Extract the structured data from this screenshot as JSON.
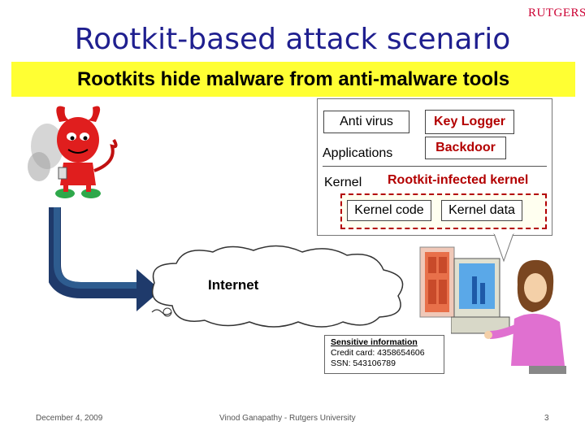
{
  "header": {
    "logo": "RUTGERS",
    "title": "Rootkit-based attack scenario",
    "subtitle": "Rootkits hide malware from anti-malware tools"
  },
  "stack": {
    "antivirus": "Anti virus",
    "keylogger": "Key Logger",
    "applications": "Applications",
    "backdoor": "Backdoor",
    "kernel": "Kernel",
    "infected": "Rootkit-infected kernel",
    "kernel_code": "Kernel code",
    "kernel_data": "Kernel data"
  },
  "network": {
    "label": "Internet"
  },
  "sensitive": {
    "title": "Sensitive information",
    "credit": "Credit card: 4358654606",
    "ssn": "SSN: 543106789"
  },
  "footer": {
    "date": "December 4, 2009",
    "author": "Vinod Ganapathy - Rutgers University",
    "page": "3"
  },
  "colors": {
    "title": "#1f1f8f",
    "highlight": "#ffff33",
    "malware": "#b30000",
    "arrow": "#1f3a6b"
  },
  "icons": [
    "devil-icon",
    "cloud-icon",
    "door-icon",
    "user-computer-icon"
  ]
}
